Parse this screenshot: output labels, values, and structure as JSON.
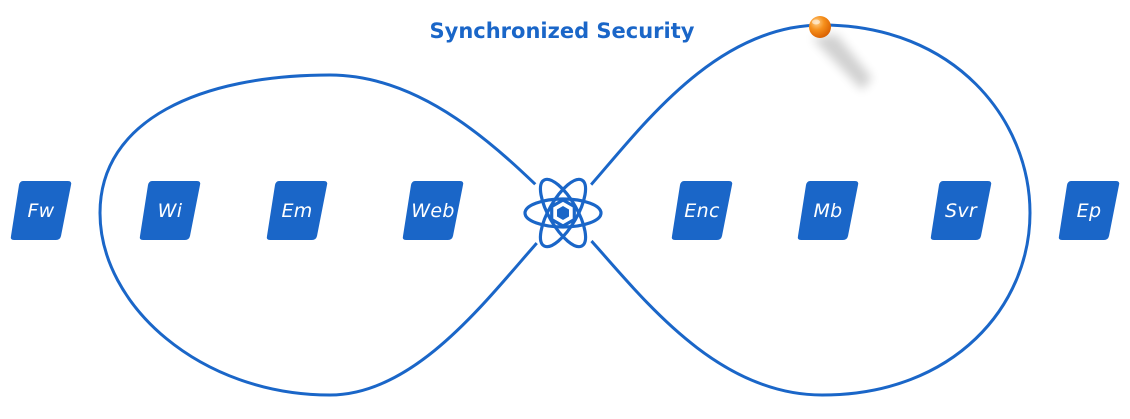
{
  "title": "Synchronized Security",
  "colors": {
    "primary": "#1a66c8",
    "ball": "#f07d0a",
    "background": "#ffffff"
  },
  "center_icon": "atom-hexagon-icon",
  "tiles": [
    {
      "label": "Fw"
    },
    {
      "label": "Wi"
    },
    {
      "label": "Em"
    },
    {
      "label": "Web"
    },
    {
      "label": "Enc"
    },
    {
      "label": "Mb"
    },
    {
      "label": "Svr"
    },
    {
      "label": "Ep"
    }
  ]
}
